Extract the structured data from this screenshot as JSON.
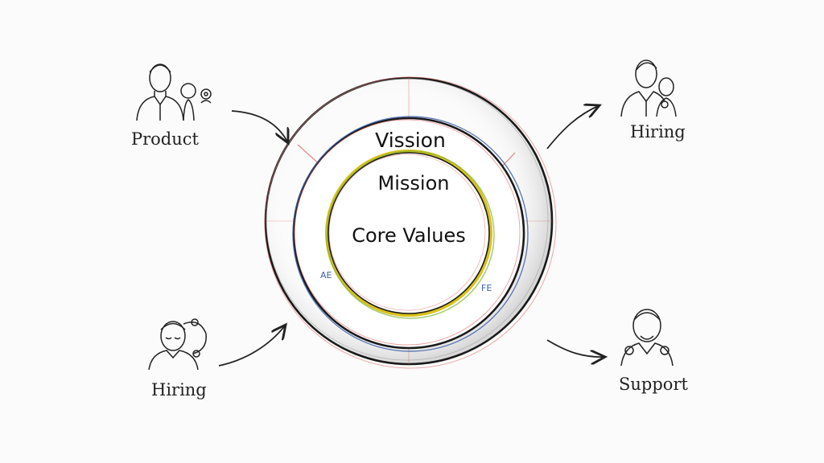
{
  "rings": {
    "outer": "Vission",
    "middle": "Mission",
    "inner": "Core Values"
  },
  "nodes": {
    "top_left": {
      "label": "Product",
      "icon": "team-person-icon"
    },
    "bottom_left": {
      "label": "Hiring",
      "icon": "headset-person-icon"
    },
    "top_right": {
      "label": "Hiring",
      "icon": "two-people-icon"
    },
    "bottom_right": {
      "label": "Support",
      "icon": "support-person-icon"
    }
  },
  "colors": {
    "ink": "#1a1a1a",
    "red_sketch": "#d9534f",
    "blue_sketch": "#3b5fa8",
    "yellow_sketch": "#d9c21a",
    "green_sketch": "#7fb03a"
  }
}
